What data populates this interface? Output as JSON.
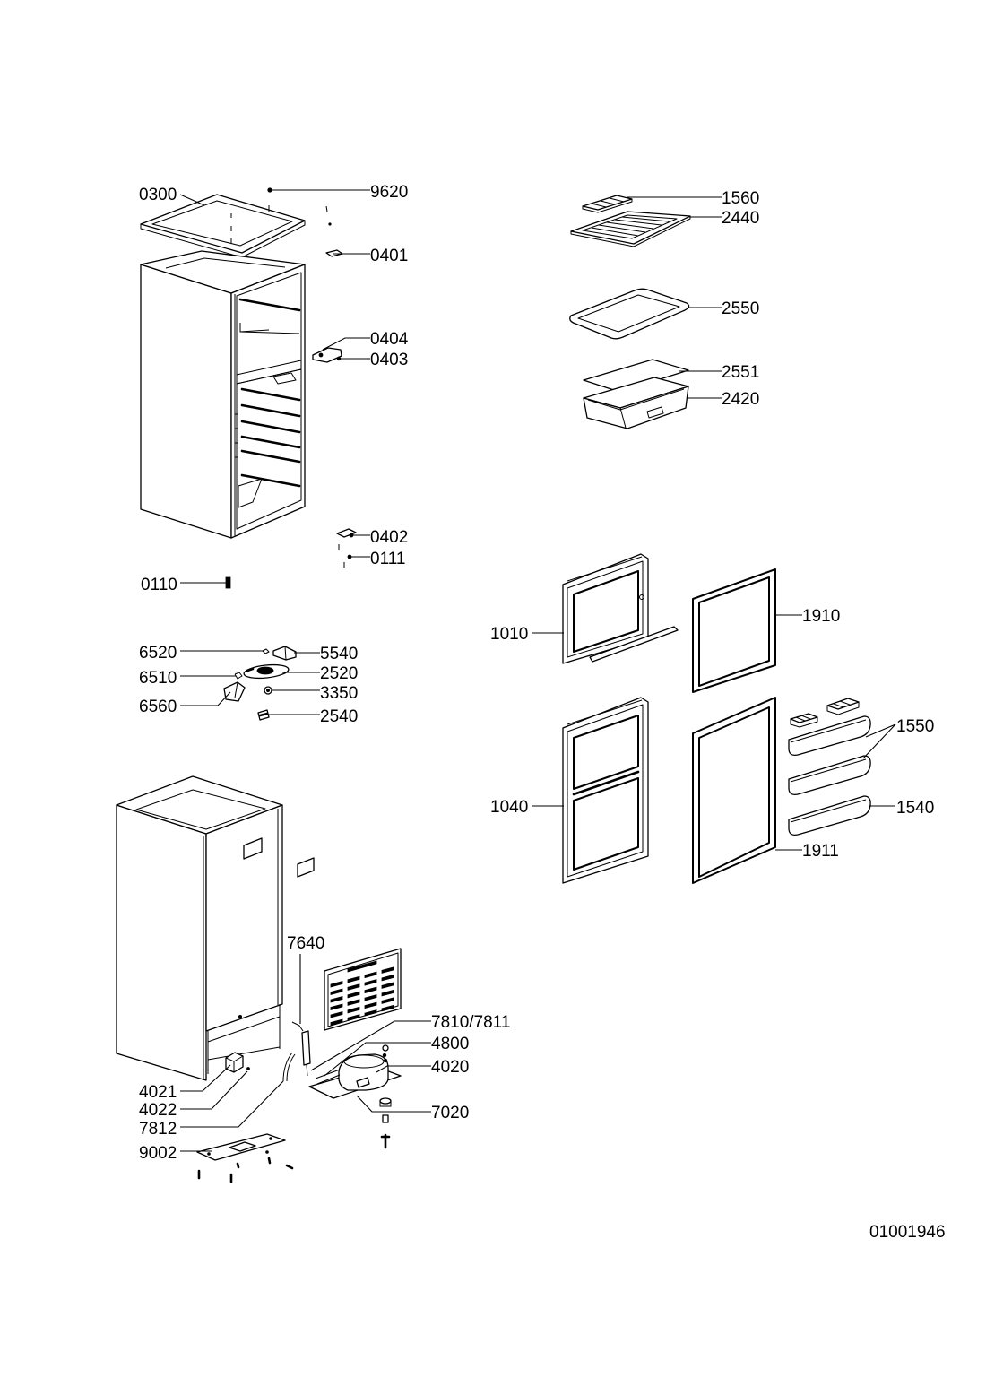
{
  "cabinet_top": {
    "callouts": [
      "0300",
      "9620",
      "0401",
      "0404",
      "0403",
      "0402",
      "0111",
      "0110"
    ]
  },
  "lighting": {
    "callouts": [
      "6520",
      "5540",
      "6510",
      "2520",
      "3350",
      "6560",
      "2540"
    ]
  },
  "cabinet_back": {
    "callouts": [
      "7640",
      "7810/7811",
      "4800",
      "4020",
      "7020",
      "4021",
      "4022",
      "7812",
      "9002"
    ]
  },
  "interior_parts": {
    "callouts": [
      "1560",
      "2440",
      "2550",
      "2551",
      "2420"
    ]
  },
  "doors": {
    "callouts": [
      "1010",
      "1910",
      "1550",
      "1040",
      "1540",
      "1911"
    ]
  },
  "drawing_number": "01001946"
}
